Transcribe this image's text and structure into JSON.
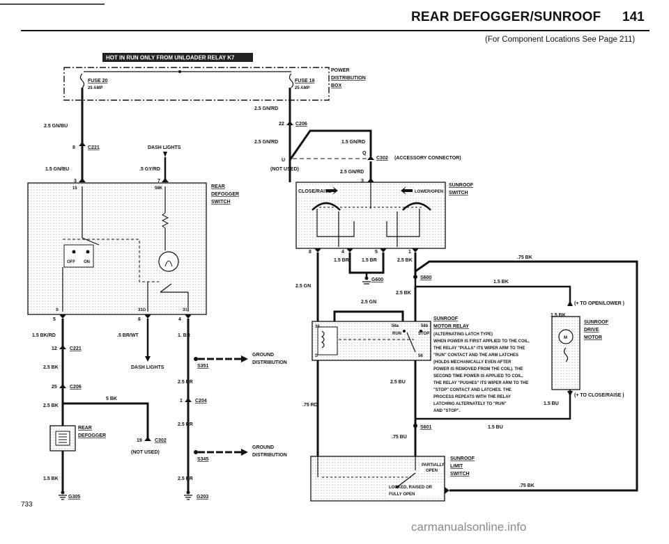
{
  "header": {
    "title": "REAR DEFOGGER/SUNROOF",
    "page_number": "141",
    "subtitle": "(For Component Locations See Page 211)"
  },
  "footer": {
    "page_code": "733",
    "watermark": "carmanualsonline.info"
  },
  "banner": "HOT IN RUN ONLY FROM UNLOADER RELAY K7",
  "power_box": {
    "fuse20_name": "FUSE 20",
    "fuse20_amp": "25 AMP",
    "fuse19_name": "FUSE 19",
    "fuse19_amp": "25 AMP",
    "box_label_1": "POWER",
    "box_label_2": "DISTRIBUTION",
    "box_label_3": "BOX"
  },
  "left": {
    "wire_gnbu_1": "2.5 GN/BU",
    "pin_8": "8",
    "conn_c221_top": "C221",
    "wire_gnbu_2": "1.5 GN/BU",
    "pin_3": "3",
    "dash_lights_top": "DASH LIGHTS",
    "wire_gyrd": ".5 GY/RD",
    "pin_7": "7",
    "switch_pin_15": "15",
    "switch_pin_58k": "58K",
    "switch_name_1": "REAR",
    "switch_name_2": "DEFOGGER",
    "switch_name_3": "SWITCH",
    "off": "OFF",
    "on": "ON",
    "switch_pin_s": "S",
    "switch_pin_31g": "31G",
    "switch_pin_31": "31",
    "pin_5": "5",
    "pin_6": "6",
    "pin_4": "4",
    "wire_bkrd": "1.5 BK/RD",
    "wire_brwt": ".5 BR/WT",
    "wire_br1": "1. BR",
    "pin_12": "12",
    "conn_c221_bot": "C221",
    "wire_bk25_1": "2.5 BK",
    "dash_lights_bot": "DASH LIGHTS",
    "splice_s351": "S351",
    "ground_dist_1a": "GROUND",
    "ground_dist_1b": "DISTRIBUTION",
    "wire_br25_1": "2.5 BR",
    "pin_25": "25",
    "conn_c206": "C206",
    "wire_bk5": "5 BK",
    "pin_1": "1",
    "conn_c204": "C204",
    "wire_bk25_2": "2.5 BK",
    "wire_br25_2": "2.5 BR",
    "defogger_1": "REAR",
    "defogger_2": "DEFOGGER",
    "pin_19": "19",
    "conn_c302": "C302",
    "not_used_1": "(NOT USED)",
    "splice_s345": "S345",
    "ground_dist_2a": "GROUND",
    "ground_dist_2b": "DISTRIBUTION",
    "wire_bk15": "1.5 BK",
    "wire_br25_3": "2.5 BR",
    "ground_g305": "G305",
    "ground_g203": "G203"
  },
  "right": {
    "wire_gnrd_1": "2.5 GN/RD",
    "pin_22": "22",
    "conn_c206": "C206",
    "wire_gnrd_2": "2.5 GN/RD",
    "wire_gnrd_3": "1.5 GN/RD",
    "pin_q": "Q",
    "pin_u": "U",
    "conn_c302": "C302",
    "accessory": "(ACCESSORY CONNECTOR)",
    "not_used": "(NOT USED)",
    "wire_gnrd_4": "2.5 GN/RD",
    "pin_3": "3",
    "close_raise": "CLOSE/RAISE",
    "lower_open": "LOWER/OPEN",
    "sw_name_1": "SUNROOF",
    "sw_name_2": "SWITCH",
    "pin_8": "8",
    "pin_4": "4",
    "pin_5": "5",
    "pin_1": "1",
    "wire_br15_1": "1.5 BR",
    "wire_br15_2": "1.5 BR",
    "wire_bk25_1": "2.5 BK",
    "ground_g600": "G600",
    "splice_s600": "S600",
    "wire_bk75_1": ".75 BK",
    "wire_gn25_1": "2.5 GN",
    "wire_bk15_1": "1.5 BK",
    "wire_bk25_2": "2.5 BK",
    "wire_gn25_2": "2.5 GN",
    "to_open_lower": "(+ TO OPEN/LOWER )",
    "relay_1": "SUNROOF",
    "relay_2": "MOTOR RELAY",
    "wire_bk15_2": "1.5 BK",
    "relay_pin_30": "30",
    "relay_pin_56a": "56a",
    "relay_pin_56b": "56b",
    "relay_run": "RUN",
    "relay_stop": "STOP",
    "relay_pin_s": "S",
    "relay_pin_56": "56",
    "desc_1": "(ALTERNATING LATCH TYPE)",
    "desc_2": "WHEN POWER IS FIRST APPLIED TO THE COIL,",
    "desc_3": "THE RELAY \"PULLS\" ITS WIPER ARM TO THE",
    "desc_4": "\"RUN\" CONTACT AND THE ARM LATCHES",
    "desc_5": "(HOLDS MECHANICALLY EVEN AFTER",
    "desc_6": "POWER IS REMOVED FROM THE COIL). THE",
    "desc_7": "SECOND TIME POWER IS APPLIED TO COIL,",
    "desc_8": "THE RELAY \"PUSHES\" ITS WIPER ARM TO THE",
    "desc_9": "\"STOP\" CONTACT AND LATCHES. THE",
    "desc_10": "PROCESS REPEATS WITH THE RELAY",
    "desc_11": "LATCHING ALTERNATELY TO \"RUN\"",
    "desc_12": "AND \"STOP\".",
    "motor_1": "SUNROOF",
    "motor_2": "DRIVE",
    "motor_3": "MOTOR",
    "motor_m": "M",
    "wire_bu25": "2.5 BU",
    "wire_bu15_1": "1.5 BU",
    "to_close_raise": "(+ TO CLOSE/RAISE )",
    "wire_rd75": ".75 RD",
    "splice_s601": "S601",
    "wire_bu15_2": "1.5 BU",
    "wire_bu75": ".75 BU",
    "limit_1": "SUNROOF",
    "limit_2": "LIMIT",
    "limit_3": "SWITCH",
    "partially_1": "PARTIALLY",
    "partially_2": "OPEN",
    "locked_1": "LOCKED, RAISED OR",
    "locked_2": "FULLY OPEN",
    "wire_bk75_2": ".75 BK"
  }
}
